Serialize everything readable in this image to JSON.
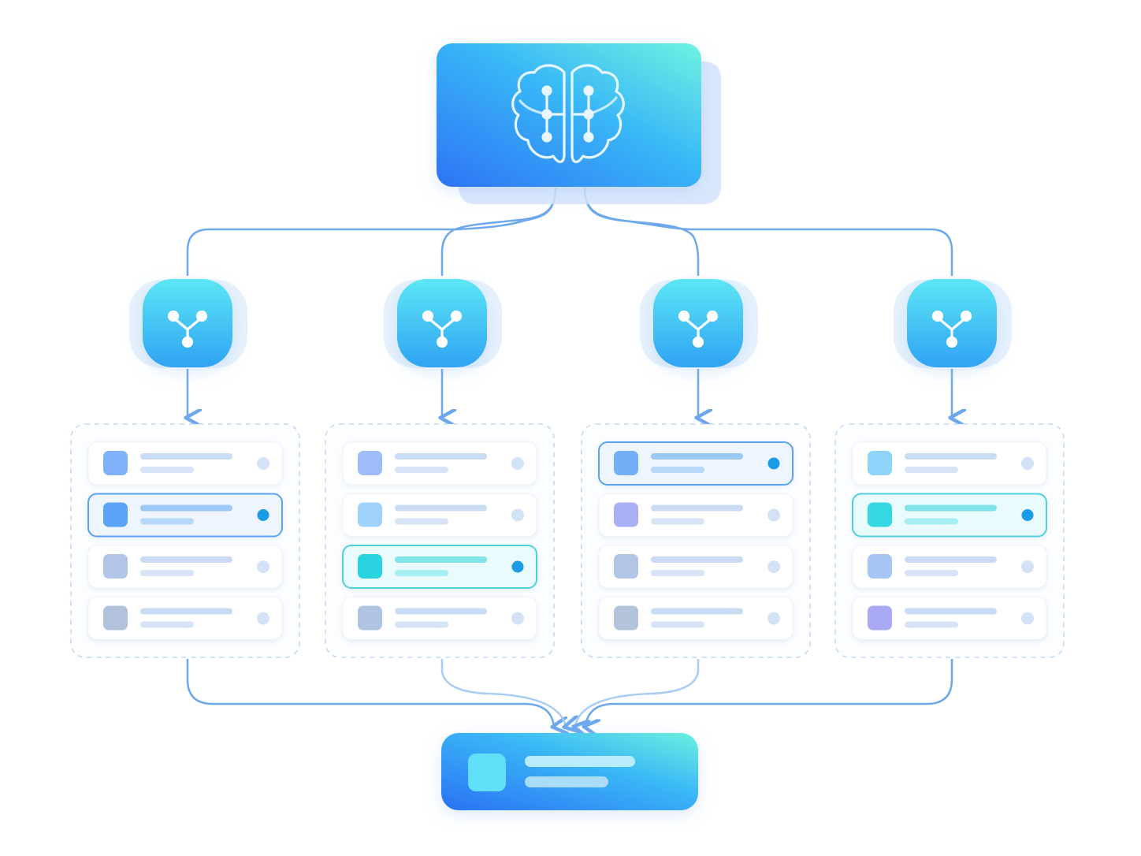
{
  "diagram": {
    "root": {
      "icon": "brain-circuit-icon"
    },
    "branches": [
      {
        "icon": "fork-icon",
        "selected_index": 1,
        "items": [
          {
            "square_color": "#7fb2fa",
            "selected": false
          },
          {
            "square_color": "#5aa3f6",
            "selected": true
          },
          {
            "square_color": "#b2c5e8",
            "selected": false
          },
          {
            "square_color": "#b2c2dc",
            "selected": false
          }
        ]
      },
      {
        "icon": "fork-icon",
        "selected_index": 2,
        "items": [
          {
            "square_color": "#9dbcf8",
            "selected": false
          },
          {
            "square_color": "#9fd2fa",
            "selected": false
          },
          {
            "square_color": "#2ad3e0",
            "selected": true
          },
          {
            "square_color": "#afc4e2",
            "selected": false
          }
        ]
      },
      {
        "icon": "fork-icon",
        "selected_index": 0,
        "items": [
          {
            "square_color": "#74aef5",
            "selected": true
          },
          {
            "square_color": "#aab0f6",
            "selected": false
          },
          {
            "square_color": "#b2c5e6",
            "selected": false
          },
          {
            "square_color": "#b4c3dc",
            "selected": false
          }
        ]
      },
      {
        "icon": "fork-icon",
        "selected_index": 1,
        "items": [
          {
            "square_color": "#8ed4f8",
            "selected": false
          },
          {
            "square_color": "#35d7e0",
            "selected": true
          },
          {
            "square_color": "#a8c6f4",
            "selected": false
          },
          {
            "square_color": "#a9a9f5",
            "selected": false
          }
        ]
      }
    ],
    "output": {
      "square_color": "#5fe0f8"
    },
    "colors": {
      "gradient_start": "#2d74f5",
      "gradient_mid": "#38b6f7",
      "gradient_end": "#6ef3e0",
      "connector": "#6ea8ec",
      "selected_dot": "#1c9be6",
      "unselected_dot": "#d4e2f6"
    }
  }
}
